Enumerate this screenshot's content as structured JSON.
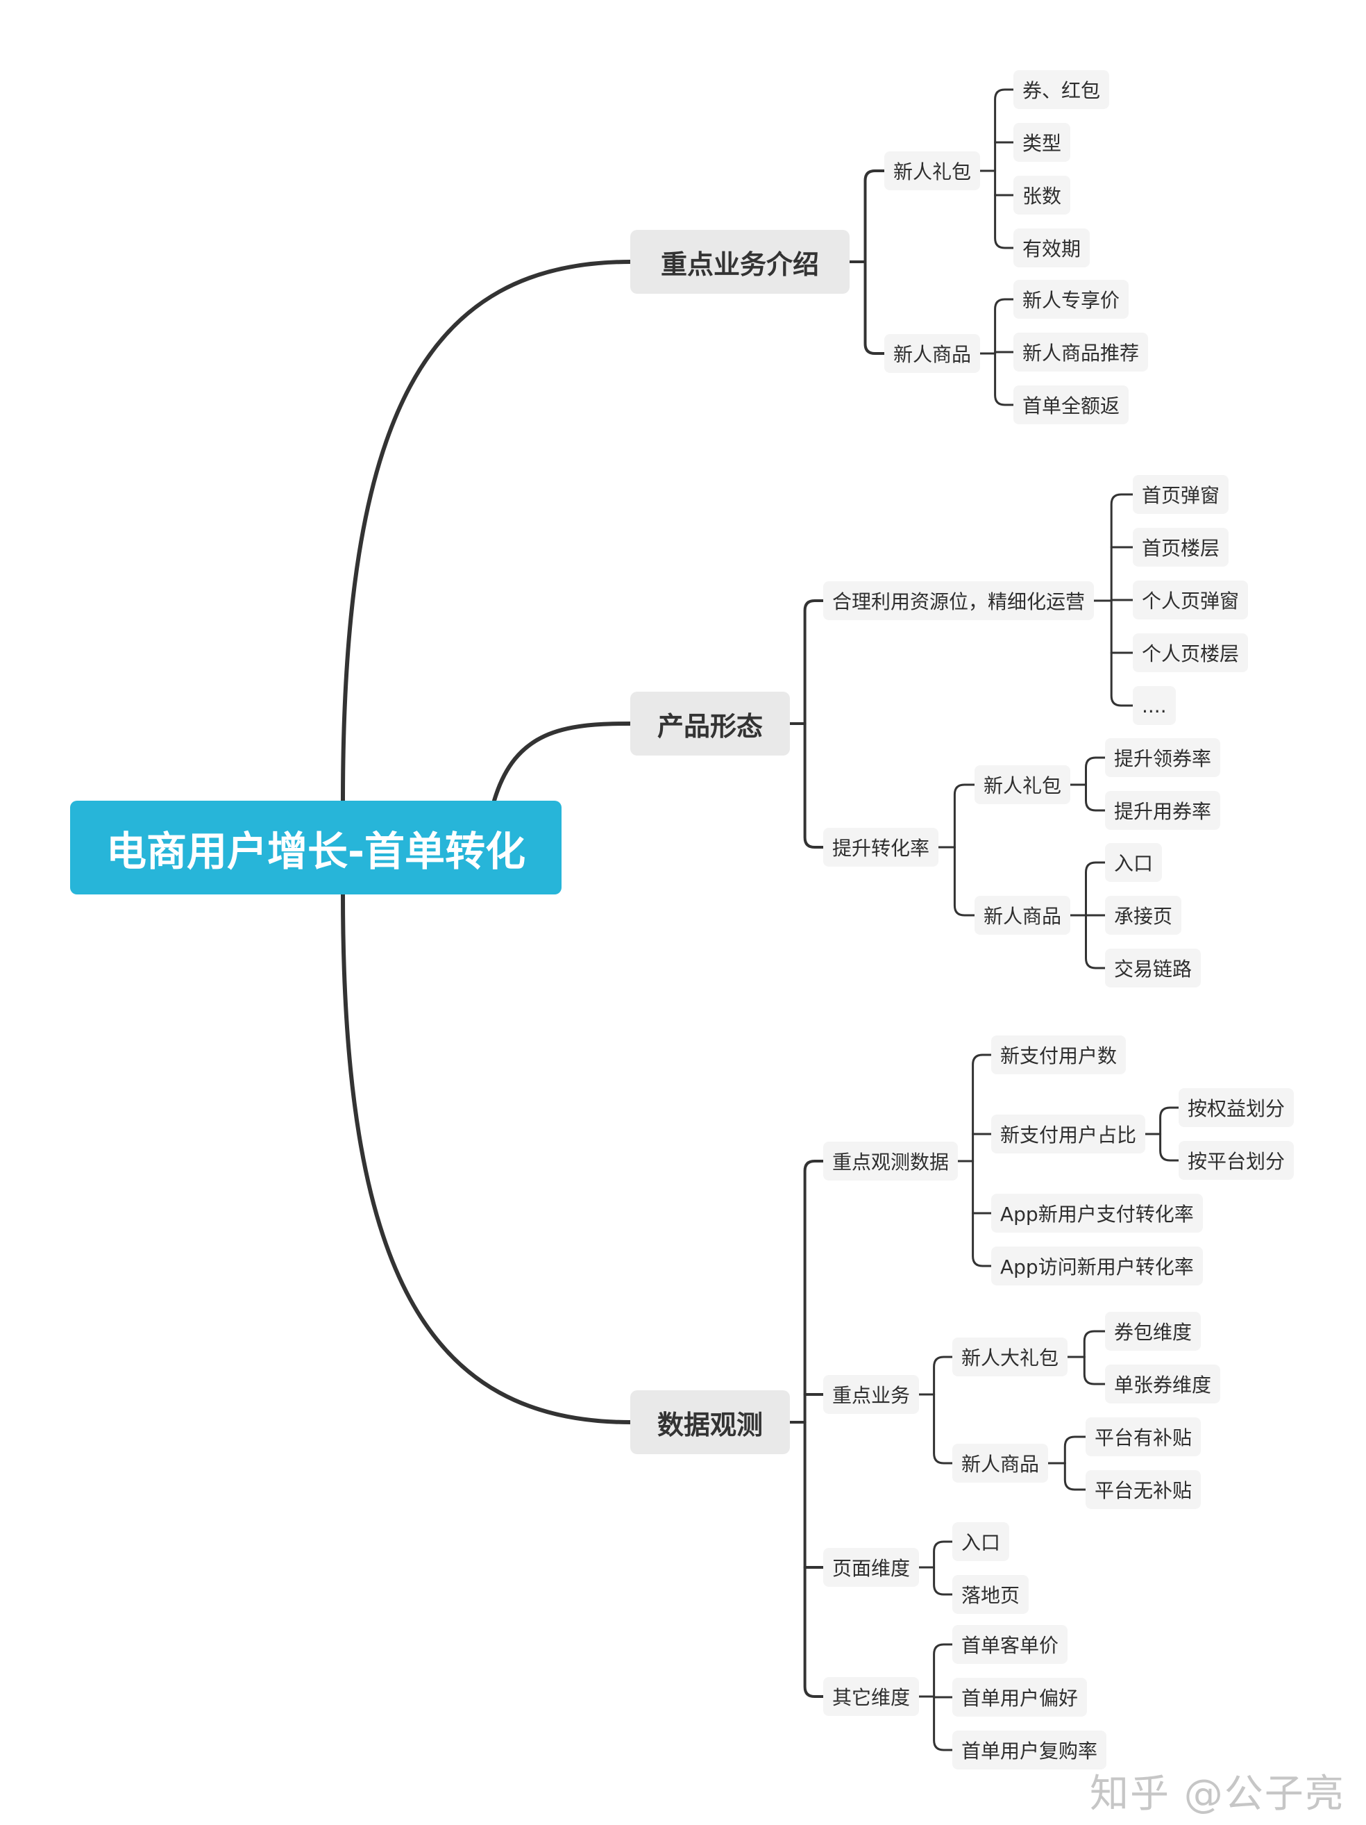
{
  "mindmap": {
    "root": "电商用户增长-首单转化",
    "branches": [
      {
        "label": "重点业务介绍",
        "children": [
          {
            "label": "新人礼包",
            "children": [
              "券、红包",
              "类型",
              "张数",
              "有效期"
            ]
          },
          {
            "label": "新人商品",
            "children": [
              "新人专享价",
              "新人商品推荐",
              "首单全额返"
            ]
          }
        ]
      },
      {
        "label": "产品形态",
        "children": [
          {
            "label": "合理利用资源位，精细化运营",
            "children": [
              "首页弹窗",
              "首页楼层",
              "个人页弹窗",
              "个人页楼层",
              "...."
            ]
          },
          {
            "label": "提升转化率",
            "children": [
              {
                "label": "新人礼包",
                "children": [
                  "提升领券率",
                  "提升用券率"
                ]
              },
              {
                "label": "新人商品",
                "children": [
                  "入口",
                  "承接页",
                  "交易链路"
                ]
              }
            ]
          }
        ]
      },
      {
        "label": "数据观测",
        "children": [
          {
            "label": "重点观测数据",
            "children": [
              "新支付用户数",
              {
                "label": "新支付用户占比",
                "children": [
                  "按权益划分",
                  "按平台划分"
                ]
              },
              "App新用户支付转化率",
              "App访问新用户转化率"
            ]
          },
          {
            "label": "重点业务",
            "children": [
              {
                "label": "新人大礼包",
                "children": [
                  "券包维度",
                  "单张券维度"
                ]
              },
              {
                "label": "新人商品",
                "children": [
                  "平台有补贴",
                  "平台无补贴"
                ]
              }
            ]
          },
          {
            "label": "页面维度",
            "children": [
              "入口",
              "落地页"
            ]
          },
          {
            "label": "其它维度",
            "children": [
              "首单客单价",
              "首单用户偏好",
              "首单用户复购率"
            ]
          }
        ]
      }
    ]
  },
  "watermark": "知乎 @公子亮",
  "colors": {
    "root_bg": "#27b5d9",
    "main_bg": "#e9e9e9",
    "leaf_bg": "#f4f4f4",
    "connector": "#333333"
  }
}
